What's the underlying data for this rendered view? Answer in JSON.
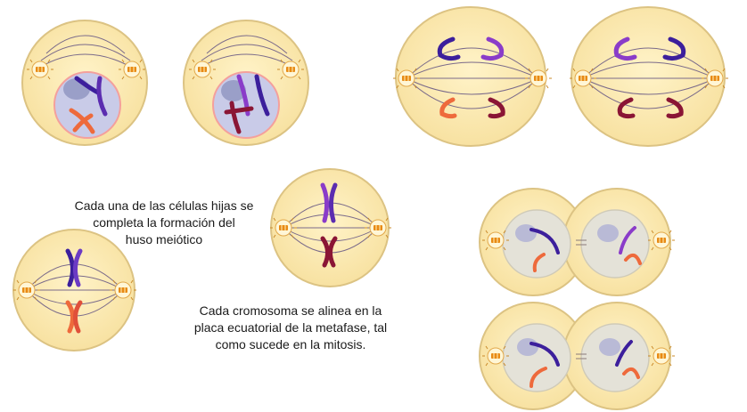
{
  "captions": {
    "daughter_cells": [
      "Cada una de las células hijas se",
      "completa la formación del",
      "huso meiótico"
    ],
    "metaphase": [
      "Cada cromosoma se alinea en la",
      "placa ecuatorial de la metafase, tal",
      "como sucede en la mitosis."
    ]
  },
  "colors": {
    "cytoplasm": "#fbeab1",
    "membrane": "#dcc383",
    "nucleus": "#c9cbe8",
    "nucleus_edge": "#f4a09c",
    "chromosome_blue": "#3c1f9c",
    "chromosome_purple": "#8a3cc9",
    "chromosome_orange": "#ee6a3c",
    "chromosome_maroon": "#8a1535",
    "centrosome": "#e88a14"
  }
}
